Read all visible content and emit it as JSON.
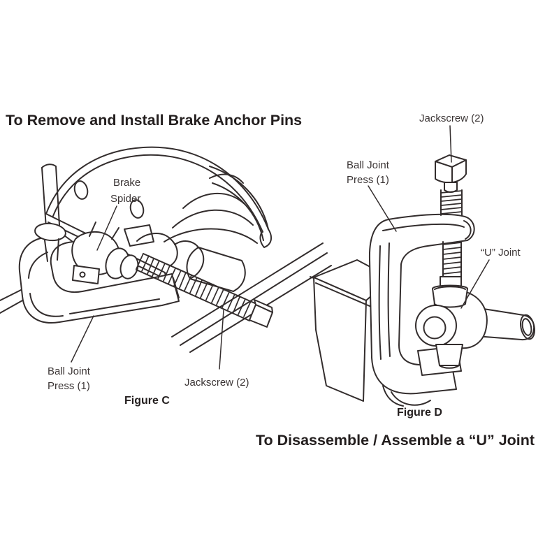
{
  "canvas": {
    "background": "#ffffff",
    "line_color": "#332d2d",
    "label_color": "#3b3535",
    "title_color": "#231e1e"
  },
  "figure_c": {
    "heading": "To Remove and Install Brake Anchor Pins",
    "caption": "Figure C",
    "labels": {
      "brake_spider_line1": "Brake",
      "brake_spider_line2": "Spider",
      "ball_joint_press_line1": "Ball Joint",
      "ball_joint_press_line2": "Press (1)",
      "jackscrew": "Jackscrew (2)"
    }
  },
  "figure_d": {
    "heading": "To Disassemble / Assemble a “U” Joint",
    "caption": "Figure D",
    "labels": {
      "jackscrew": "Jackscrew (2)",
      "ball_joint_press_line1": "Ball Joint",
      "ball_joint_press_line2": "Press (1)",
      "u_joint": "“U” Joint"
    }
  }
}
